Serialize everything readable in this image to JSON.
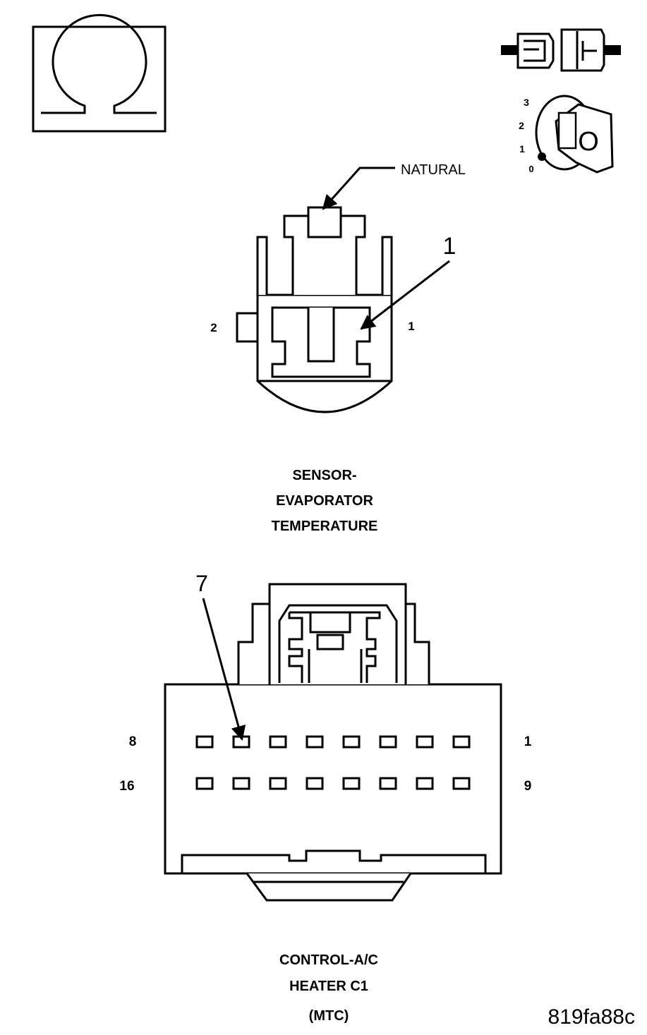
{
  "icons": {
    "ohmmeter": "ohm-symbol-icon",
    "connector": "disconnected-connector-icon",
    "ignition": "ignition-key-off-icon"
  },
  "ignition": {
    "positions": [
      "3",
      "2",
      "1",
      "0"
    ],
    "key_letter": "O"
  },
  "sensor_connector": {
    "callout_material": "NATURAL",
    "callout_number": "1",
    "pin_left": "2",
    "pin_right": "1",
    "title_lines": [
      "SENSOR-",
      "EVAPORATOR",
      "TEMPERATURE"
    ]
  },
  "control_connector": {
    "callout_number": "7",
    "row1_left": "8",
    "row1_right": "1",
    "row2_left": "16",
    "row2_right": "9",
    "title_lines": [
      "CONTROL-A/C",
      "HEATER C1",
      "(MTC)"
    ]
  },
  "figure_id": "819fa88c"
}
